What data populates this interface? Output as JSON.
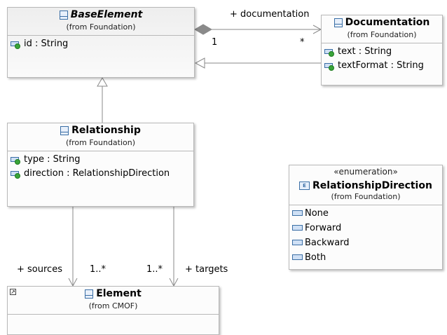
{
  "classes": {
    "base_element": {
      "name": "BaseElement",
      "from": "(from Foundation)",
      "attributes": [
        "id : String"
      ]
    },
    "documentation": {
      "name": "Documentation",
      "from": "(from Foundation)",
      "attributes": [
        "text : String",
        "textFormat : String"
      ]
    },
    "relationship": {
      "name": "Relationship",
      "from": "(from Foundation)",
      "attributes": [
        "type : String",
        "direction : RelationshipDirection"
      ]
    },
    "relationship_direction": {
      "stereotype": "«enumeration»",
      "name": "RelationshipDirection",
      "from": "(from Foundation)",
      "literals": [
        "None",
        "Forward",
        "Backward",
        "Both"
      ]
    },
    "element": {
      "name": "Element",
      "from": "(from CMOF)"
    }
  },
  "associations": {
    "documentation_role": "+ documentation",
    "doc_mult_source": "1",
    "doc_mult_target": "*",
    "sources_role": "+ sources",
    "sources_mult": "1..*",
    "targets_mult": "1..*",
    "targets_role": "+ targets"
  },
  "icons": {
    "class": "class-icon",
    "attribute": "attribute-icon",
    "literal": "enum-literal-icon",
    "enumeration": "enumeration-icon",
    "shortcut": "shortcut-icon"
  }
}
